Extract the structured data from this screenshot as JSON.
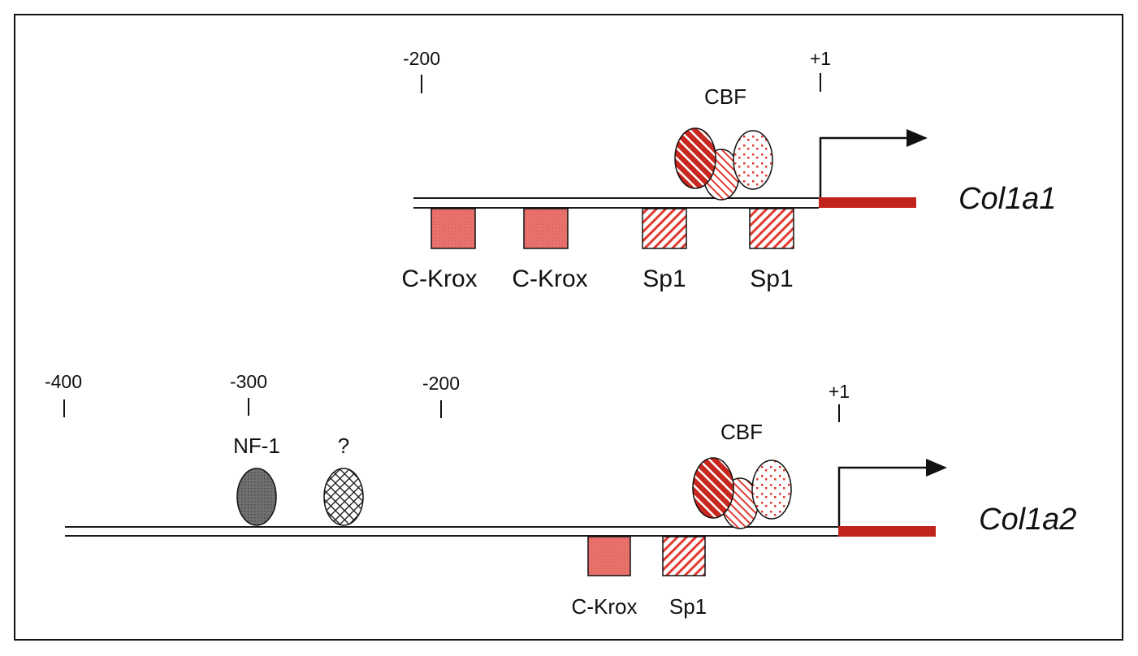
{
  "colors": {
    "frame": "#111111",
    "dna_line": "#1a1a1a",
    "transcript": "#c0241c",
    "ckrox_fill": "#e8716c",
    "sp1_stripe": "#e03a30",
    "cbf_dark": "#c8271f",
    "cbf_stripe": "#e03a30",
    "nf1_fill": "#6b6b6b"
  },
  "col1a1": {
    "gene_name": "Col1a1",
    "ticks": [
      "-200",
      "+1"
    ],
    "cbf_label": "CBF",
    "sites": [
      "C-Krox",
      "C-Krox",
      "Sp1",
      "Sp1"
    ]
  },
  "col1a2": {
    "gene_name": "Col1a2",
    "ticks": [
      "-400",
      "-300",
      "-200",
      "+1"
    ],
    "factors": [
      "NF-1",
      "?"
    ],
    "cbf_label": "CBF",
    "sites": [
      "C-Krox",
      "Sp1"
    ]
  }
}
